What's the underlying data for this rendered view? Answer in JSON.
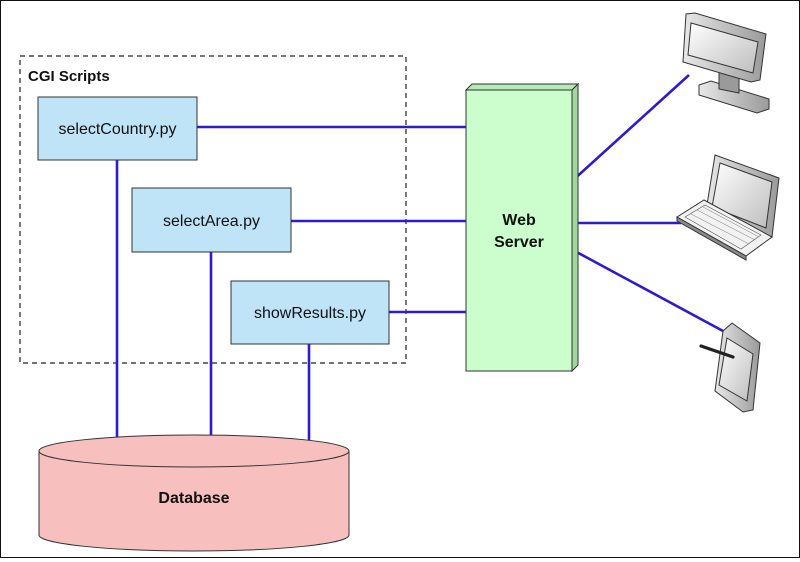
{
  "group": {
    "label": "CGI Scripts"
  },
  "scripts": [
    {
      "label": "selectCountry.py"
    },
    {
      "label": "selectArea.py"
    },
    {
      "label": "showResults.py"
    }
  ],
  "server": {
    "line1": "Web",
    "line2": "Server"
  },
  "database": {
    "label": "Database"
  },
  "clients": [
    {
      "icon": "desktop-monitor-icon"
    },
    {
      "icon": "laptop-icon"
    },
    {
      "icon": "tablet-icon"
    }
  ],
  "colors": {
    "script_fill": "#bfe3f7",
    "server_fill": "#ccfdcc",
    "database_fill": "#f8bfbf",
    "connector": "#2e1bd0"
  }
}
